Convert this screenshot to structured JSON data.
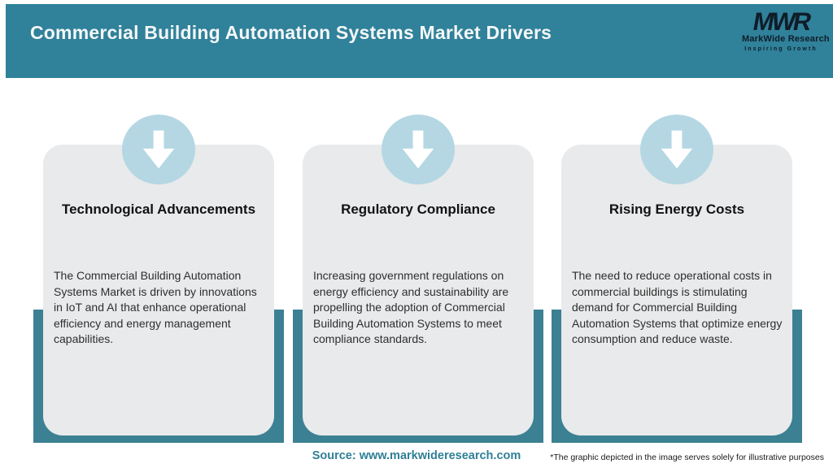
{
  "header": {
    "title": "Commercial Building Automation Systems Market Drivers"
  },
  "logo": {
    "monogram": "MWR",
    "name": "MarkWide Research",
    "tagline": "Inspiring Growth"
  },
  "cards": [
    {
      "title": "Technological Advancements",
      "body": "The Commercial Building Automation Systems Market is driven by innovations in IoT and AI that enhance operational efficiency and energy management capabilities.",
      "icon": "down-arrow"
    },
    {
      "title": "Regulatory Compliance",
      "body": "Increasing government regulations on energy efficiency and sustainability are propelling the adoption of Commercial Building Automation Systems to meet compliance standards.",
      "icon": "down-arrow"
    },
    {
      "title": "Rising Energy Costs",
      "body": "The need to reduce operational costs in commercial buildings is stimulating demand for Commercial Building Automation Systems that optimize energy consumption and reduce waste.",
      "icon": "down-arrow"
    }
  ],
  "footer": {
    "source": "Source: www.markwideresearch.com",
    "disclaimer": "*The graphic depicted in the image serves solely for illustrative purposes"
  },
  "colors": {
    "header_teal": "#30819a",
    "frame_teal": "#3c8093",
    "card_background": "#e8eaeb",
    "circle_blue": "#b4d7e3",
    "arrow_white": "#ffffff",
    "title_text": "#f4f7f8",
    "heading_text": "#121212",
    "body_text": "#2e2e2e",
    "source_text": "#2f7f96",
    "logo_text": "#0f1d29"
  }
}
